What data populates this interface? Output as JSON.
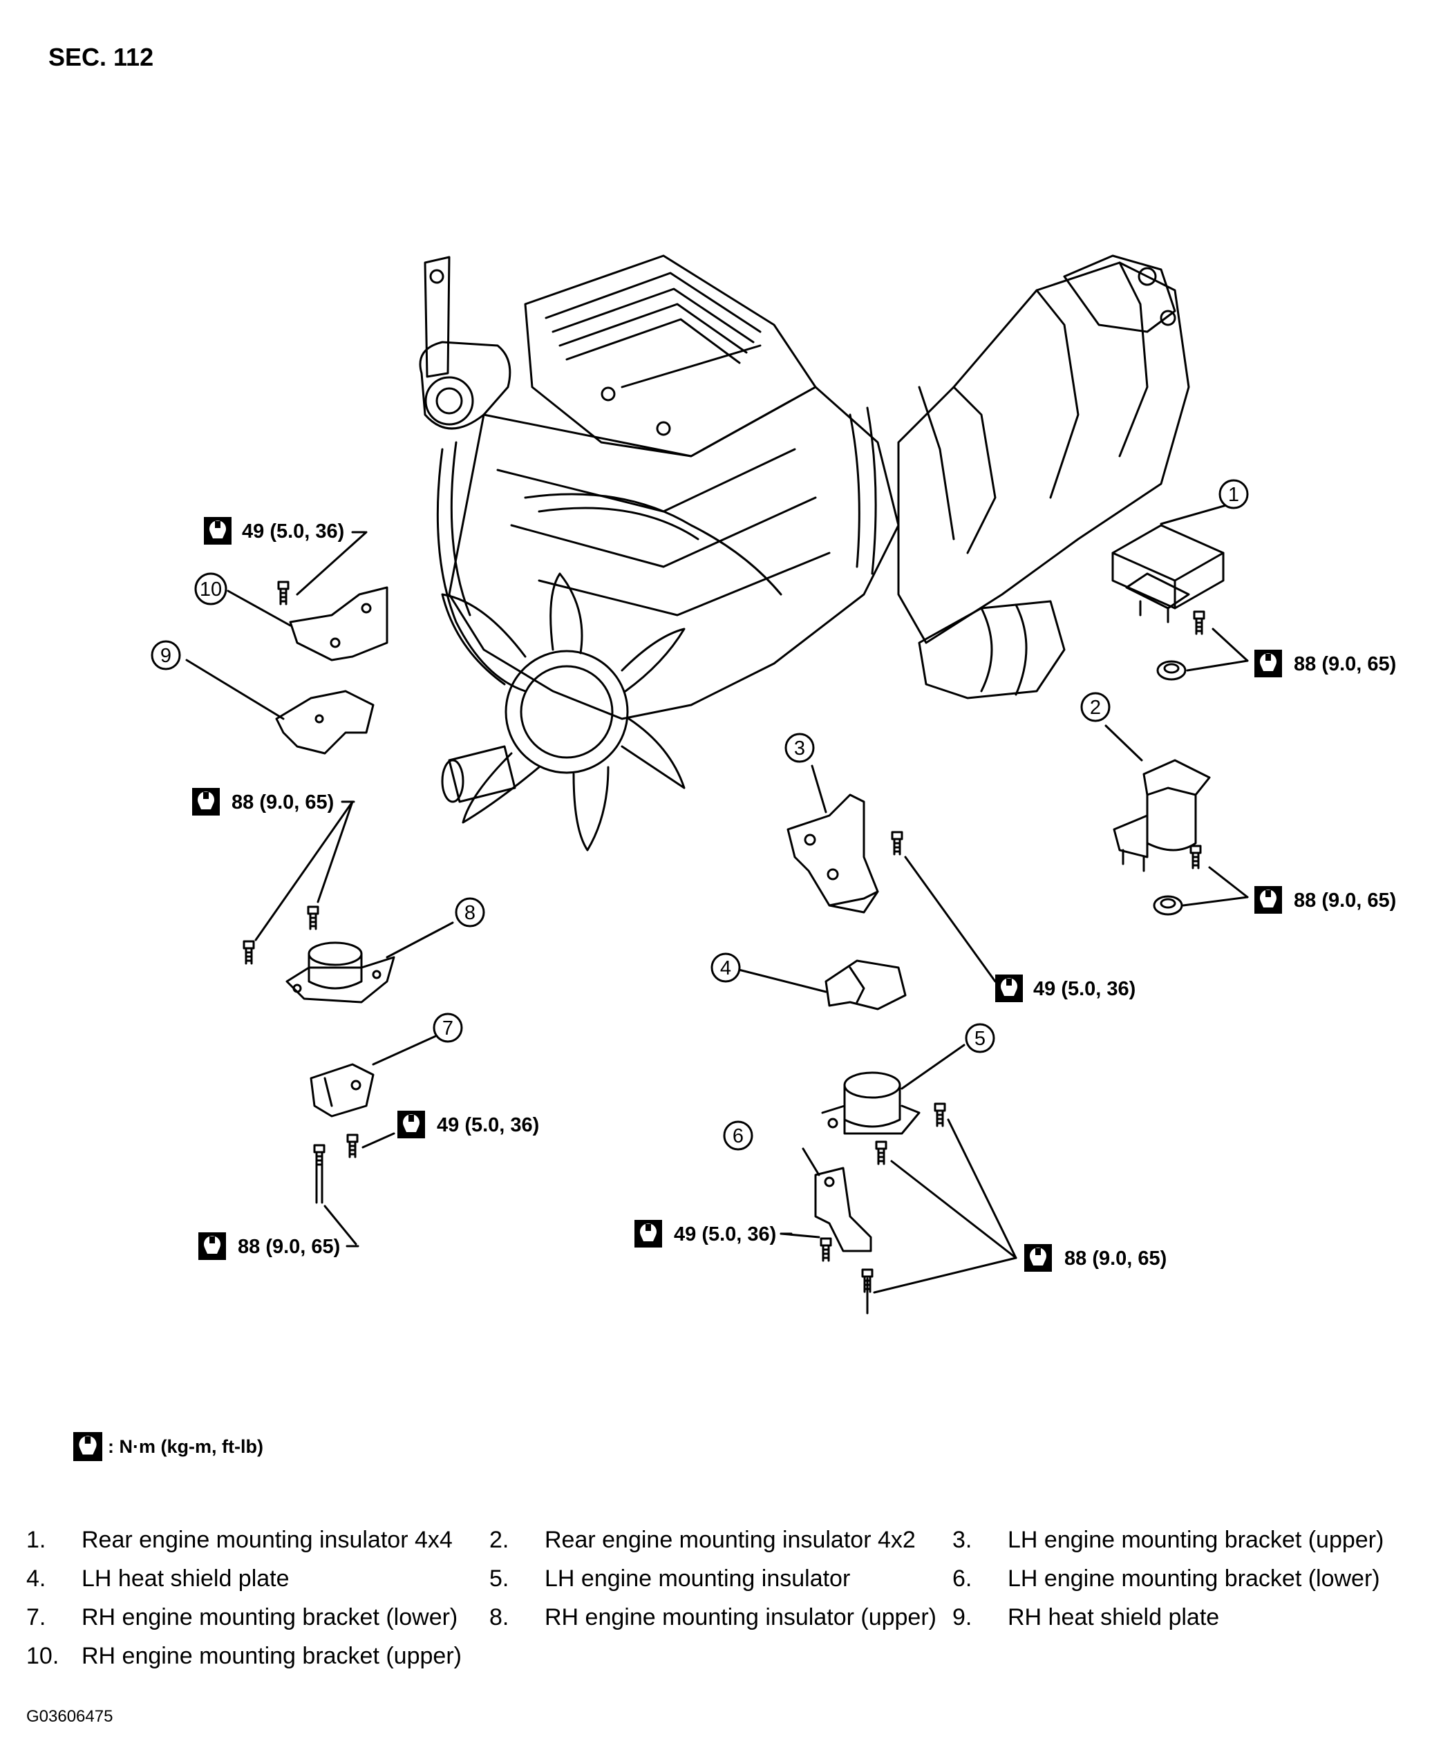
{
  "section_title": "SEC. 112",
  "image_code": "G03606475",
  "legend": {
    "icon": "torque-wrench-icon",
    "text": ": N·m (kg-m, ft-lb)"
  },
  "callouts": [
    "1",
    "2",
    "3",
    "4",
    "5",
    "6",
    "7",
    "8",
    "9",
    "10"
  ],
  "torque_labels": {
    "t1": "49 (5.0, 36)",
    "t2": "88 (9.0, 65)",
    "t3": "88 (9.0, 65)",
    "t4": "49 (5.0, 36)",
    "t5": "88 (9.0, 65)",
    "t6": "49 (5.0, 36)",
    "t7": "88 (9.0, 65)",
    "t8": "49 (5.0, 36)",
    "t9": "88 (9.0, 65)"
  },
  "parts": [
    {
      "num": "1.",
      "name": "Rear engine mounting insulator 4x4"
    },
    {
      "num": "2.",
      "name": "Rear engine mounting insulator 4x2"
    },
    {
      "num": "3.",
      "name": "LH engine mounting bracket (upper)"
    },
    {
      "num": "4.",
      "name": "LH heat shield plate"
    },
    {
      "num": "5.",
      "name": "LH engine mounting insulator"
    },
    {
      "num": "6.",
      "name": "LH engine mounting bracket (lower)"
    },
    {
      "num": "7.",
      "name": "RH engine mounting bracket (lower)"
    },
    {
      "num": "8.",
      "name": "RH engine mounting insulator (upper)"
    },
    {
      "num": "9.",
      "name": "RH heat shield plate"
    },
    {
      "num": "10.",
      "name": "RH engine mounting bracket (upper)"
    }
  ]
}
